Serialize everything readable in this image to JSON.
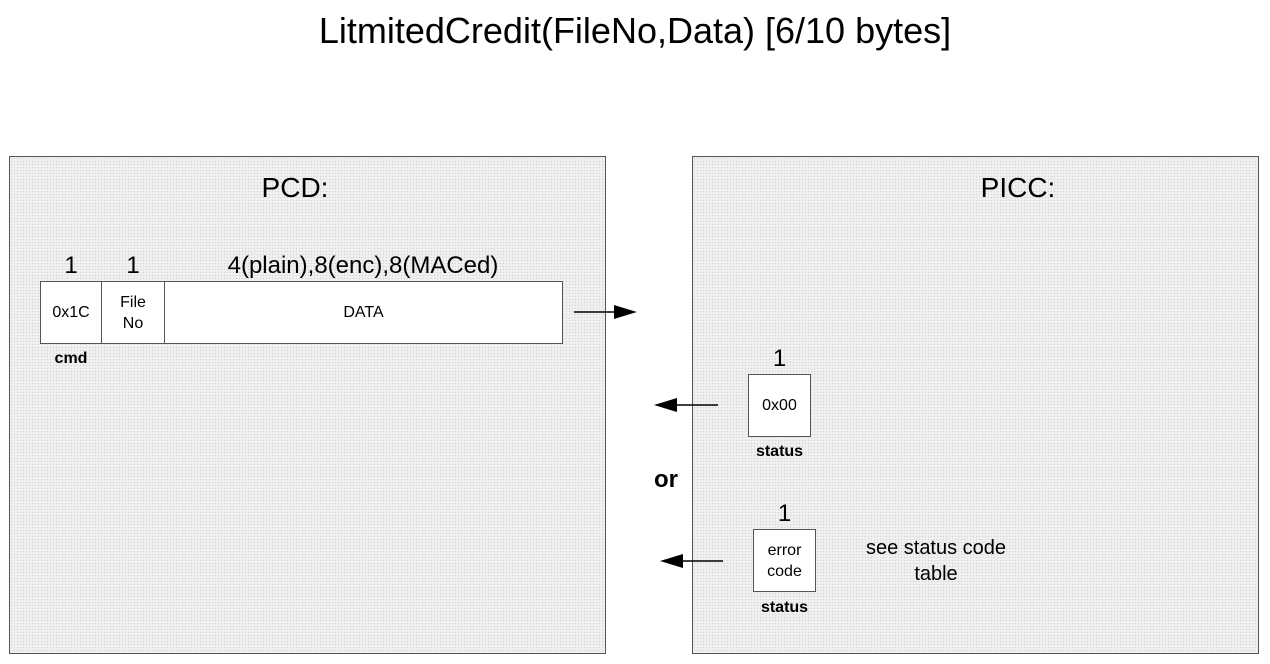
{
  "title": "LitmitedCredit(FileNo,Data) [6/10 bytes]",
  "pcd": {
    "title": "PCD:",
    "fields": [
      {
        "size": "1",
        "lines": [
          "0x1C"
        ],
        "caption": "cmd"
      },
      {
        "size": "1",
        "lines": [
          "File",
          "No"
        ],
        "caption": ""
      },
      {
        "size": "4(plain),8(enc),8(MACed)",
        "lines": [
          "DATA"
        ],
        "caption": ""
      }
    ]
  },
  "picc": {
    "title": "PICC:",
    "responses": [
      {
        "size": "1",
        "lines": [
          "0x00"
        ],
        "caption": "status"
      },
      {
        "size": "1",
        "lines": [
          "error",
          "code"
        ],
        "caption": "status",
        "note": [
          "see status code",
          "table"
        ]
      }
    ],
    "separator": "or"
  }
}
